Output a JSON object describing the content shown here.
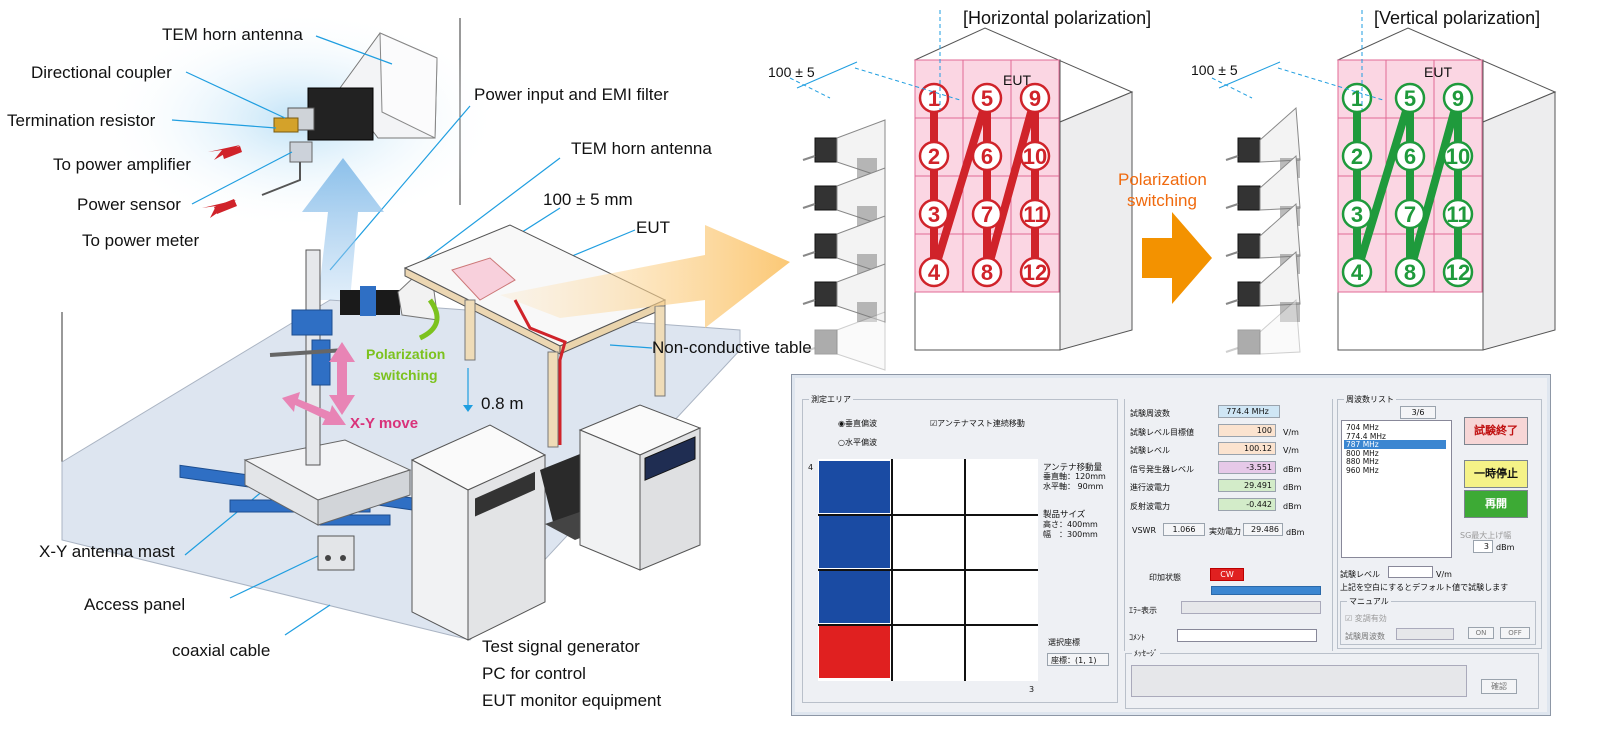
{
  "labels": {
    "tem_horn_top": "TEM horn antenna",
    "directional_coupler": "Directional coupler",
    "termination_resistor": "Termination resistor",
    "to_power_amplifier": "To power amplifier",
    "power_sensor": "Power sensor",
    "to_power_meter": "To power meter",
    "power_input_emi": "Power input and EMI filter",
    "tem_horn_mid": "TEM horn antenna",
    "distance_mm": "100 ± 5 mm",
    "eut": "EUT",
    "polarization_switching_green_1": "Polarization",
    "polarization_switching_green_2": "switching",
    "xy_move": "X-Y move",
    "height": "0.8 m",
    "non_conductive_table": "Non-conductive table",
    "xy_mast": "X-Y antenna mast",
    "access_panel": "Access panel",
    "coaxial_cable": "coaxial cable",
    "test_signal_generator": "Test signal generator",
    "pc_for_control": "PC for control",
    "eut_monitor": "EUT monitor equipment"
  },
  "panels": {
    "horizontal_title": "[Horizontal polarization]",
    "vertical_title": "[Vertical polarization]",
    "distance": "100 ± 5",
    "eut": "EUT",
    "switch_1": "Polarization",
    "switch_2": "switching",
    "cells": [
      "1",
      "2",
      "3",
      "4",
      "5",
      "6",
      "7",
      "8",
      "9",
      "10",
      "11",
      "12"
    ]
  },
  "window": {
    "area_title": "測定エリア",
    "vert_pol": "◉垂直偏波",
    "horiz_pol": "○水平偏波",
    "mast_continuous": "☑アンテナマスト連続移動",
    "grid_top_label": "4",
    "grid_bottom_label": "3",
    "move_title": "アンテナ移動量",
    "move_vert": "垂直軸：120mm",
    "move_horiz": "水平軸： 90mm",
    "size_title": "製品サイズ",
    "size_h": "高さ：400mm",
    "size_w": "幅　：300mm",
    "sel_coord_title": "選択座標",
    "sel_coord": "座標：(1, 1)",
    "params": [
      {
        "label": "試験周波数",
        "value": "774.4 MHz",
        "unit": "",
        "color": "#cfe6f5"
      },
      {
        "label": "試験レベル目標値",
        "value": "100",
        "unit": "V/m",
        "color": "#fbe3cf"
      },
      {
        "label": "試験レベル",
        "value": "100.12",
        "unit": "V/m",
        "color": "#fbe3cf"
      },
      {
        "label": "信号発生器レベル",
        "value": "-3.551",
        "unit": "dBm",
        "color": "#e6c9e8"
      },
      {
        "label": "進行波電力",
        "value": "29.491",
        "unit": "dBm",
        "color": "#d3ecc9"
      },
      {
        "label": "反射波電力",
        "value": "-0.442",
        "unit": "dBm",
        "color": "#d3ecc9"
      }
    ],
    "vswr_label": "VSWR",
    "vswr": "1.066",
    "eff_power_label": "実効電力",
    "eff_power": "29.486",
    "eff_power_unit": "dBm",
    "apply_state_label": "印加状態",
    "apply_state": "CW",
    "error_label": "ｴﾗｰ表示",
    "comment_label": "ｺﾒﾝﾄ",
    "message_label": "ﾒｯｾｰｼﾞ",
    "freq_list_title": "周波数リスト",
    "freq_count": "3/6",
    "freq_list": [
      "704 MHz",
      "774.4 MHz",
      "787 MHz",
      "800 MHz",
      "880 MHz",
      "960 MHz"
    ],
    "freq_selected_index": 2,
    "btn_end": "試験終了",
    "btn_pause": "一時停止",
    "btn_resume": "再開",
    "sg_max": "SG最大上げ幅",
    "sg_value": "3",
    "sg_unit": "dBm",
    "test_level_label": "試験レベル",
    "test_level_unit": "V/m",
    "default_note": "上記を空白にするとデフォルト値で試験します",
    "manual_title": "マニュアル",
    "mod_enable": "☑ 変調有効",
    "manual_freq_label": "試験周波数",
    "btn_on": "ON",
    "btn_off": "OFF",
    "btn_confirm": "確認",
    "colors": {
      "cell_blue": "#1a4ba3",
      "cell_red": "#e02020",
      "cw": "#e02020",
      "green_btn": "#3daa35",
      "yellow_btn": "#f5f287",
      "end_btn": "#f7d6d6"
    }
  }
}
